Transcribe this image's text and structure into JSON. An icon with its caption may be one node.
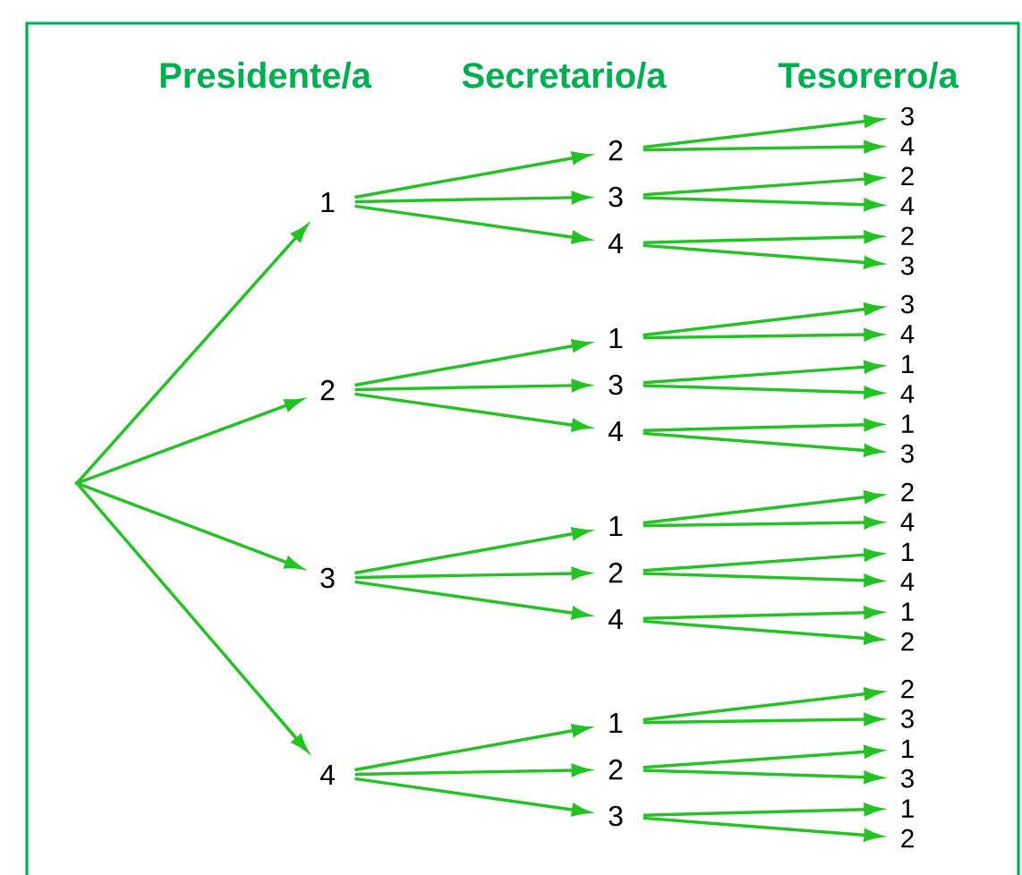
{
  "diagram": {
    "nodes": [
      {
        "text": [],
        "shape": "point"
      },
      {
        "text": [
          "1"
        ]
      },
      {
        "text": [
          "2"
        ]
      },
      {
        "text": [
          "3"
        ]
      },
      {
        "text": [
          "4"
        ]
      },
      {
        "text": [
          "2"
        ]
      },
      {
        "text": [
          "3"
        ]
      },
      {
        "text": [
          "4"
        ]
      },
      {
        "text": [
          "1"
        ]
      },
      {
        "text": [
          "3"
        ]
      },
      {
        "text": [
          "4"
        ]
      },
      {
        "text": [
          "1"
        ]
      },
      {
        "text": [
          "2"
        ]
      },
      {
        "text": [
          "4"
        ]
      },
      {
        "text": [
          "1"
        ]
      },
      {
        "text": [
          "2"
        ]
      },
      {
        "text": [
          "3"
        ]
      },
      {
        "text": [
          "3"
        ]
      },
      {
        "text": [
          "4"
        ]
      },
      {
        "text": [
          "2"
        ]
      },
      {
        "text": [
          "4"
        ]
      },
      {
        "text": [
          "2"
        ]
      },
      {
        "text": [
          "3"
        ]
      },
      {
        "text": [
          "3"
        ]
      },
      {
        "text": [
          "4"
        ]
      },
      {
        "text": [
          "1"
        ]
      },
      {
        "text": [
          "4"
        ]
      },
      {
        "text": [
          "1"
        ]
      },
      {
        "text": [
          "3"
        ]
      },
      {
        "text": [
          "2"
        ]
      },
      {
        "text": [
          "4"
        ]
      },
      {
        "text": [
          "1"
        ]
      },
      {
        "text": [
          "4"
        ]
      },
      {
        "text": [
          "1"
        ]
      },
      {
        "text": [
          "2"
        ]
      },
      {
        "text": [
          "2"
        ]
      },
      {
        "text": [
          "3"
        ]
      },
      {
        "text": [
          "1"
        ]
      },
      {
        "text": [
          "3"
        ]
      },
      {
        "text": [
          "1"
        ]
      },
      {
        "text": [
          "2"
        ]
      }
    ],
    "edges": [
      {
        "from": 0,
        "to": 1,
        "arrow": "to"
      },
      {
        "from": 0,
        "to": 2,
        "arrow": "to"
      },
      {
        "from": 0,
        "to": 3,
        "arrow": "to"
      },
      {
        "from": 0,
        "to": 4,
        "arrow": "to"
      },
      {
        "from": 1,
        "to": 5,
        "arrow": "to"
      },
      {
        "from": 1,
        "to": 6,
        "arrow": "to"
      },
      {
        "from": 1,
        "to": 7,
        "arrow": "to"
      },
      {
        "from": 2,
        "to": 8,
        "arrow": "to"
      },
      {
        "from": 2,
        "to": 9,
        "arrow": "to"
      },
      {
        "from": 2,
        "to": 10,
        "arrow": "to"
      },
      {
        "from": 3,
        "to": 11,
        "arrow": "to"
      },
      {
        "from": 3,
        "to": 12,
        "arrow": "to"
      },
      {
        "from": 3,
        "to": 13,
        "arrow": "to"
      },
      {
        "from": 4,
        "to": 14,
        "arrow": "to"
      },
      {
        "from": 4,
        "to": 15,
        "arrow": "to"
      },
      {
        "from": 4,
        "to": 16,
        "arrow": "to"
      },
      {
        "from": 5,
        "to": 17,
        "arrow": "to"
      },
      {
        "from": 5,
        "to": 18,
        "arrow": "to"
      },
      {
        "from": 6,
        "to": 19,
        "arrow": "to"
      },
      {
        "from": 6,
        "to": 20,
        "arrow": "to"
      },
      {
        "from": 7,
        "to": 21,
        "arrow": "to"
      },
      {
        "from": 7,
        "to": 22,
        "arrow": "to"
      },
      {
        "from": 8,
        "to": 23,
        "arrow": "to"
      },
      {
        "from": 8,
        "to": 24,
        "arrow": "to"
      },
      {
        "from": 9,
        "to": 25,
        "arrow": "to"
      },
      {
        "from": 9,
        "to": 26,
        "arrow": "to"
      },
      {
        "from": 10,
        "to": 27,
        "arrow": "to"
      },
      {
        "from": 10,
        "to": 28,
        "arrow": "to"
      },
      {
        "from": 11,
        "to": 29,
        "arrow": "to"
      },
      {
        "from": 11,
        "to": 30,
        "arrow": "to"
      },
      {
        "from": 12,
        "to": 31,
        "arrow": "to"
      },
      {
        "from": 12,
        "to": 32,
        "arrow": "to"
      },
      {
        "from": 13,
        "to": 33,
        "arrow": "to"
      },
      {
        "from": 13,
        "to": 34,
        "arrow": "to"
      },
      {
        "from": 14,
        "to": 35,
        "arrow": "to"
      },
      {
        "from": 14,
        "to": 36,
        "arrow": "to"
      },
      {
        "from": 15,
        "to": 37,
        "arrow": "to"
      },
      {
        "from": 15,
        "to": 38,
        "arrow": "to"
      },
      {
        "from": 16,
        "to": 39,
        "arrow": "to"
      },
      {
        "from": 16,
        "to": 40,
        "arrow": "to"
      }
    ],
    "labels": [
      "Presidente/a",
      "Secretario/a",
      "Tesorero/a"
    ]
  }
}
